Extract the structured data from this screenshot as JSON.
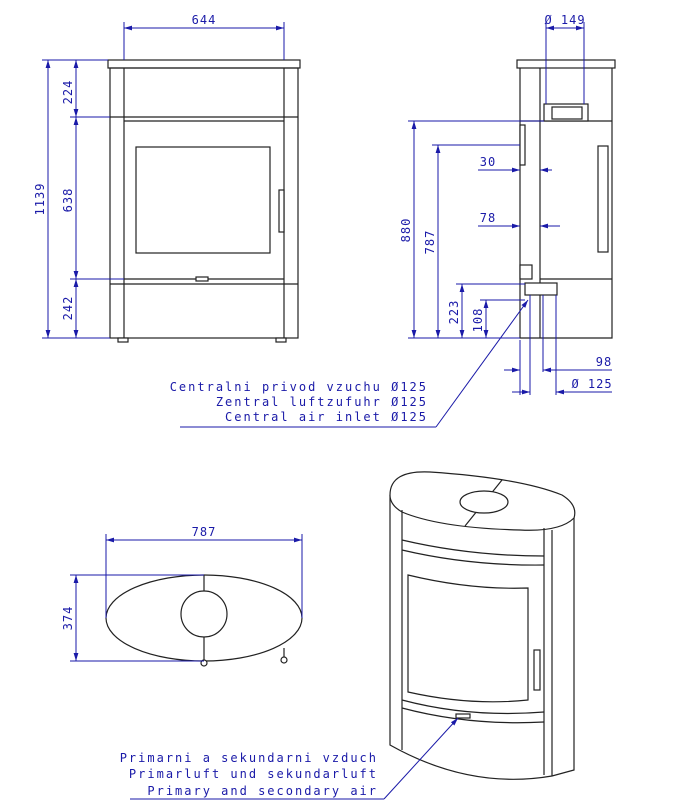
{
  "front_view": {
    "width": "644",
    "total_height": "1139",
    "top_section": "224",
    "door_section": "638",
    "base_section": "242"
  },
  "side_view": {
    "flue_diameter": "Ø 149",
    "flue_height": "880",
    "height_787": "787",
    "dim_30": "30",
    "dim_78": "78",
    "air_inlet_height": "223",
    "air_inlet_offset": "108",
    "dim_98": "98",
    "air_inlet_diameter": "Ø 125"
  },
  "air_inlet_note": {
    "line1": "Centralni privod vzuchu Ø125",
    "line2": "Zentral luftzufuhr Ø125",
    "line3": "Central air inlet Ø125"
  },
  "top_view": {
    "length": "787",
    "depth": "374"
  },
  "air_note": {
    "line1": "Primarni a sekundarni vzduch",
    "line2": "Primarluft und sekundarluft",
    "line3": "Primary and secondary air"
  }
}
